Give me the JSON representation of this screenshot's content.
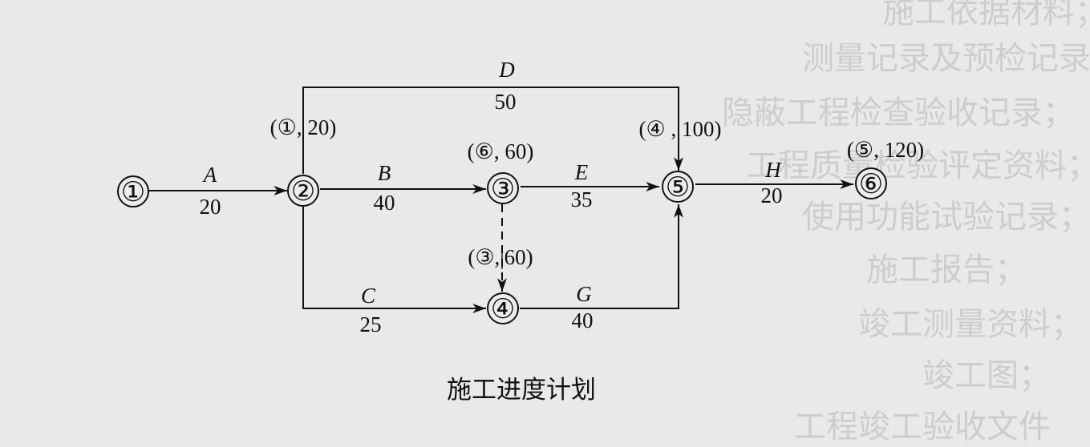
{
  "background_text": [
    "施工依据材料；",
    "测量记录及预检记录；",
    "隐蔽工程检查验收记录；",
    "工程质量检验评定资料；",
    "使用功能试验记录；",
    "施工报告；",
    "竣工测量资料；",
    "竣工图；",
    "工程竣工验收文件"
  ],
  "caption": "施工进度计划",
  "nodes": [
    {
      "id": "n1",
      "label": "①"
    },
    {
      "id": "n2",
      "label": "②"
    },
    {
      "id": "n3",
      "label": "③"
    },
    {
      "id": "n4",
      "label": "④"
    },
    {
      "id": "n5",
      "label": "⑤"
    },
    {
      "id": "n6",
      "label": "⑥"
    }
  ],
  "activities": [
    {
      "name": "A",
      "duration": "20",
      "from": "①",
      "to": "②"
    },
    {
      "name": "B",
      "duration": "40",
      "from": "②",
      "to": "③"
    },
    {
      "name": "C",
      "duration": "25",
      "from": "②",
      "to": "④"
    },
    {
      "name": "D",
      "duration": "50",
      "from": "②",
      "to": "⑤"
    },
    {
      "name": "E",
      "duration": "35",
      "from": "③",
      "to": "⑤"
    },
    {
      "name": "G",
      "duration": "40",
      "from": "④",
      "to": "⑤"
    },
    {
      "name": "H",
      "duration": "20",
      "from": "⑤",
      "to": "⑥"
    },
    {
      "name": "",
      "duration": "",
      "from": "③",
      "to": "④",
      "dummy": true
    }
  ],
  "node_annotations": {
    "n2": "(①, 20)",
    "n3": "(⑥, 60)",
    "n4": "(③,|60)",
    "n5": "(④ , 100)",
    "n6": "(⑤, 120)"
  }
}
